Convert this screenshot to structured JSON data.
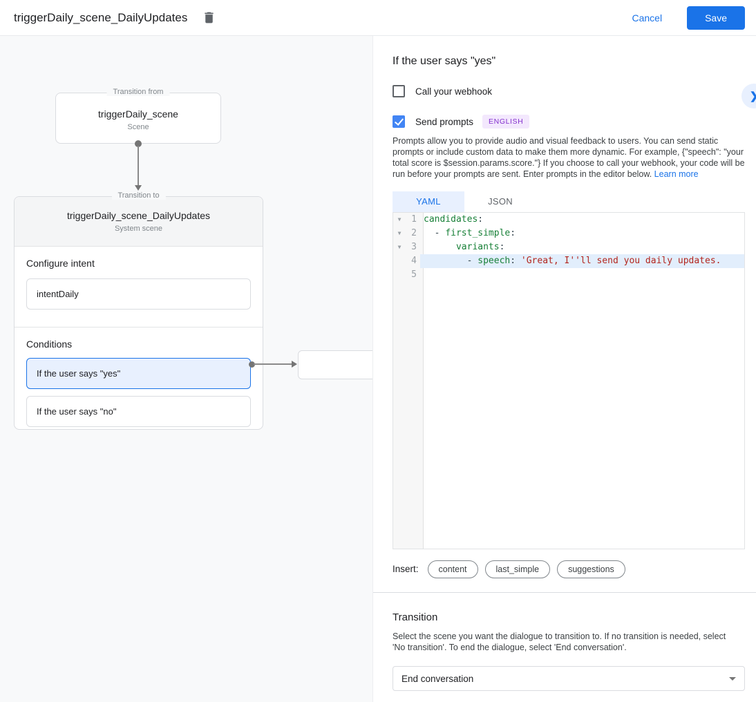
{
  "header": {
    "title": "triggerDaily_scene_DailyUpdates",
    "cancel_label": "Cancel",
    "save_label": "Save"
  },
  "canvas": {
    "transition_from": {
      "legend": "Transition from",
      "name": "triggerDaily_scene",
      "type": "Scene"
    },
    "transition_to": {
      "legend": "Transition to",
      "name": "triggerDaily_scene_DailyUpdates",
      "type": "System scene"
    },
    "configure_intent": {
      "label": "Configure intent",
      "value": "intentDaily"
    },
    "conditions": {
      "label": "Conditions",
      "items": [
        {
          "label": "If the user says \"yes\"",
          "selected": true
        },
        {
          "label": "If the user says \"no\"",
          "selected": false
        }
      ]
    }
  },
  "panel": {
    "title": "If the user says \"yes\"",
    "webhook": {
      "label": "Call your webhook",
      "checked": false
    },
    "prompts": {
      "label": "Send prompts",
      "checked": true,
      "badge": "ENGLISH"
    },
    "description": "Prompts allow you to provide audio and visual feedback to users. You can send static prompts or include custom data to make them more dynamic. For example, {\"speech\": \"your total score is $session.params.score.\"} If you choose to call your webhook, your code will be run before your prompts are sent. Enter prompts in the editor below. ",
    "learn_more": "Learn more",
    "tabs": [
      {
        "label": "YAML",
        "active": true
      },
      {
        "label": "JSON",
        "active": false
      }
    ],
    "editor": {
      "lines": [
        {
          "num": "1",
          "fold": true,
          "highlight": false,
          "tokens": [
            [
              "key",
              "candidates"
            ],
            [
              "p",
              ":"
            ]
          ]
        },
        {
          "num": "2",
          "fold": true,
          "highlight": false,
          "tokens": [
            [
              "p",
              "  - "
            ],
            [
              "key",
              "first_simple"
            ],
            [
              "p",
              ":"
            ]
          ]
        },
        {
          "num": "3",
          "fold": true,
          "highlight": false,
          "tokens": [
            [
              "p",
              "      "
            ],
            [
              "key",
              "variants"
            ],
            [
              "p",
              ":"
            ]
          ]
        },
        {
          "num": "4",
          "fold": false,
          "highlight": true,
          "tokens": [
            [
              "p",
              "        - "
            ],
            [
              "key",
              "speech"
            ],
            [
              "p",
              ": "
            ],
            [
              "str",
              "'Great, I''ll send you daily updates."
            ]
          ]
        },
        {
          "num": "5",
          "fold": false,
          "highlight": false,
          "tokens": []
        }
      ]
    },
    "insert": {
      "label": "Insert:",
      "buttons": [
        "content",
        "last_simple",
        "suggestions"
      ]
    },
    "transition": {
      "title": "Transition",
      "description": "Select the scene you want the dialogue to transition to. If no transition is needed, select 'No transition'. To end the dialogue, select 'End conversation'.",
      "value": "End conversation"
    }
  },
  "colors": {
    "accent_blue": "#1a73e8",
    "selected_condition_bg": "#e8f0fe",
    "badge_bg": "#f3e8fd",
    "badge_text": "#8430ce",
    "yaml_key": "#188038",
    "yaml_string": "#b3261e",
    "line_highlight": "#e2eefc"
  }
}
